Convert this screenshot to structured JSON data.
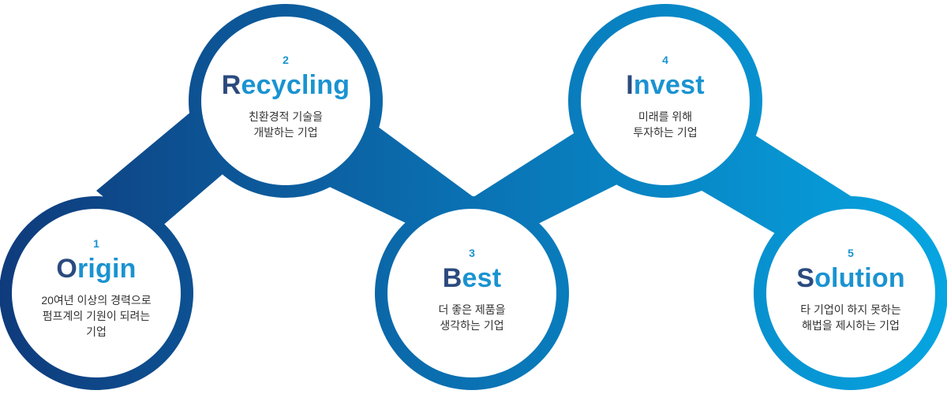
{
  "colors": {
    "gradient_start": "#0f3b7c",
    "gradient_mid": "#0a72b3",
    "gradient_end": "#06a5e1",
    "accent_text": "#1a93d1",
    "first_letter": "#2b4a7e"
  },
  "steps": [
    {
      "number": "1",
      "first": "O",
      "rest": "rigin",
      "lines": [
        "20여년 이상의 경력으로",
        "펌프계의 기원이 되려는",
        "기업"
      ]
    },
    {
      "number": "2",
      "first": "R",
      "rest": "ecycling",
      "lines": [
        "친환경적 기술을",
        "개발하는 기업"
      ]
    },
    {
      "number": "3",
      "first": "B",
      "rest": "est",
      "lines": [
        "더 좋은 제품을",
        "생각하는 기업"
      ]
    },
    {
      "number": "4",
      "first": "I",
      "rest": "nvest",
      "lines": [
        "미래를 위해",
        "투자하는 기업"
      ]
    },
    {
      "number": "5",
      "first": "S",
      "rest": "olution",
      "lines": [
        "타 기업이 하지 못하는",
        "해법을 제시하는 기업"
      ]
    }
  ]
}
